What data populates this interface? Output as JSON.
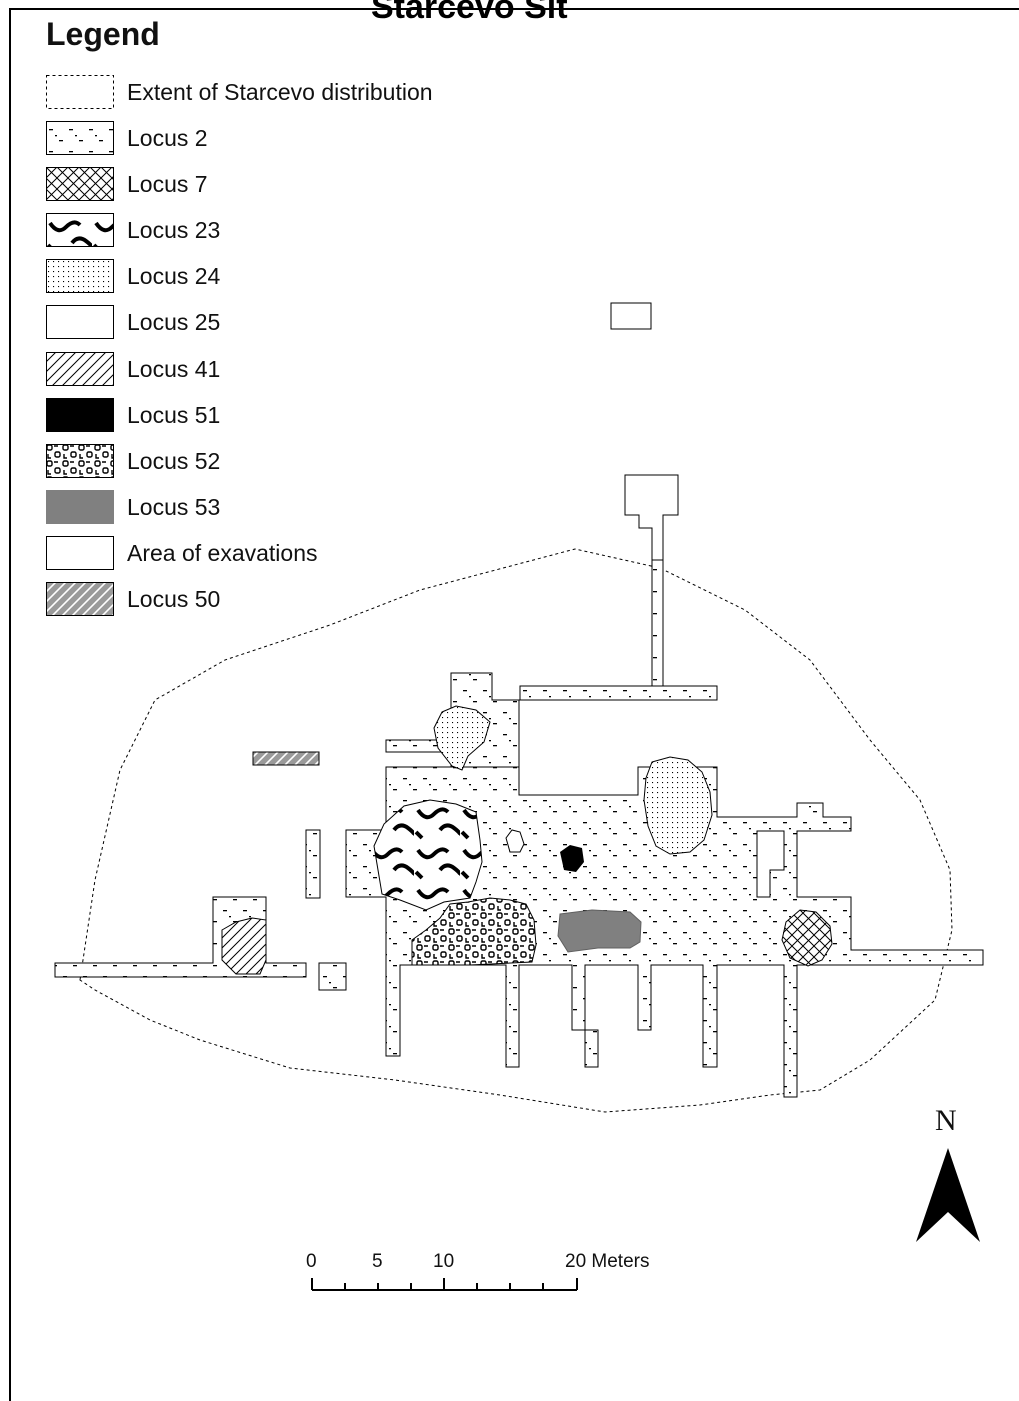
{
  "map": {
    "title_fragment": "Starcevo Sit",
    "legend_title": "Legend",
    "legend": [
      {
        "label": "Extent of Starcevo distribution",
        "pattern": "dashed-outline"
      },
      {
        "label": "Locus 2",
        "pattern": "dash-dots"
      },
      {
        "label": "Locus 7",
        "pattern": "crosshatch"
      },
      {
        "label": "Locus 23",
        "pattern": "black-squiggles"
      },
      {
        "label": "Locus 24",
        "pattern": "fine-dots"
      },
      {
        "label": "Locus 25",
        "pattern": "blank"
      },
      {
        "label": "Locus 41",
        "pattern": "diagonal-hatch"
      },
      {
        "label": "Locus 51",
        "pattern": "solid-black"
      },
      {
        "label": "Locus 52",
        "pattern": "cobble-chains"
      },
      {
        "label": "Locus 53",
        "pattern": "solid-gray"
      },
      {
        "label": "Area of exavations",
        "pattern": "blank"
      },
      {
        "label": "Locus 50",
        "pattern": "gray-diagonal-hatch"
      }
    ],
    "scale_bar": {
      "ticks": [
        "0",
        "5",
        "10",
        "20 Meters"
      ]
    },
    "north_arrow": {
      "label": "N"
    },
    "colors": {
      "locus_53": "#808080",
      "locus_50_fill": "#9a9a9a",
      "outline": "#000000"
    }
  }
}
